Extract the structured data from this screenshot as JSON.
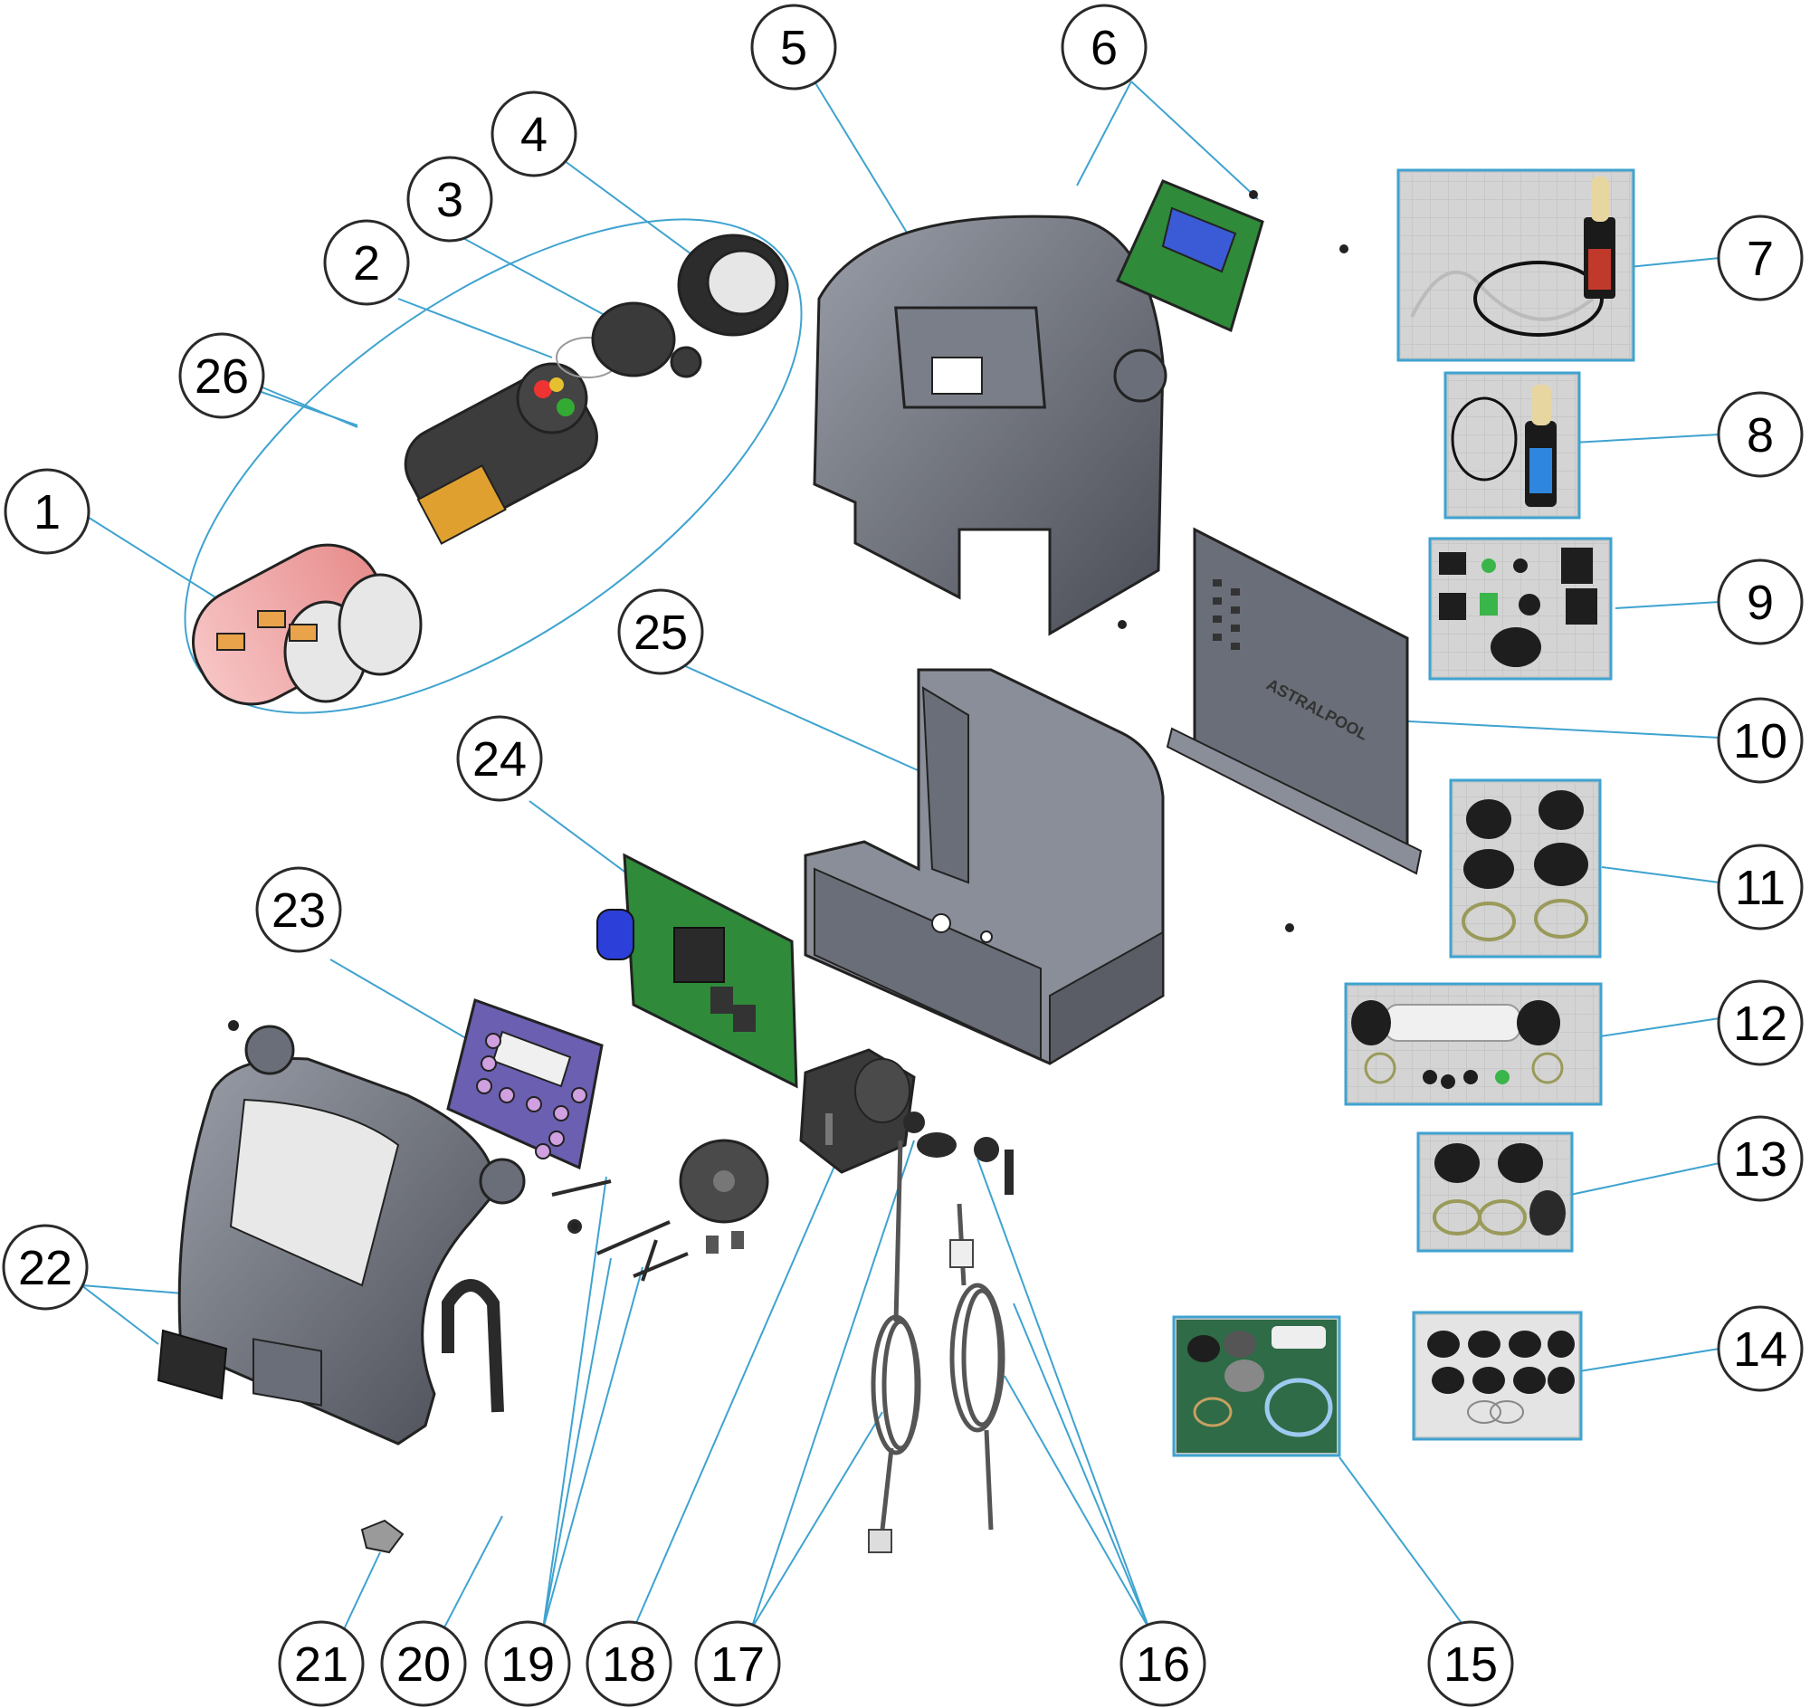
{
  "diagram": {
    "callouts": [
      {
        "id": "1",
        "label": "1"
      },
      {
        "id": "2",
        "label": "2"
      },
      {
        "id": "3",
        "label": "3"
      },
      {
        "id": "4",
        "label": "4"
      },
      {
        "id": "5",
        "label": "5"
      },
      {
        "id": "6",
        "label": "6"
      },
      {
        "id": "7",
        "label": "7"
      },
      {
        "id": "8",
        "label": "8"
      },
      {
        "id": "9",
        "label": "9"
      },
      {
        "id": "10",
        "label": "10"
      },
      {
        "id": "11",
        "label": "11"
      },
      {
        "id": "12",
        "label": "12"
      },
      {
        "id": "13",
        "label": "13"
      },
      {
        "id": "14",
        "label": "14"
      },
      {
        "id": "15",
        "label": "15"
      },
      {
        "id": "16",
        "label": "16"
      },
      {
        "id": "17",
        "label": "17"
      },
      {
        "id": "18",
        "label": "18"
      },
      {
        "id": "19",
        "label": "19"
      },
      {
        "id": "20",
        "label": "20"
      },
      {
        "id": "21",
        "label": "21"
      },
      {
        "id": "22",
        "label": "22"
      },
      {
        "id": "23",
        "label": "23"
      },
      {
        "id": "24",
        "label": "24"
      },
      {
        "id": "25",
        "label": "25"
      },
      {
        "id": "26",
        "label": "26"
      }
    ],
    "brand_text": "ASTRALPOOL",
    "colors": {
      "leader_line": "#3fa3d0",
      "housing_gray": "#5a5d66",
      "housing_light": "#8a8e98",
      "pcb_green": "#2f8a3a",
      "cell_pink": "#f2a3a3",
      "keypad_purple": "#6a5fb0",
      "photo_bg": "#cfcfcf"
    }
  }
}
